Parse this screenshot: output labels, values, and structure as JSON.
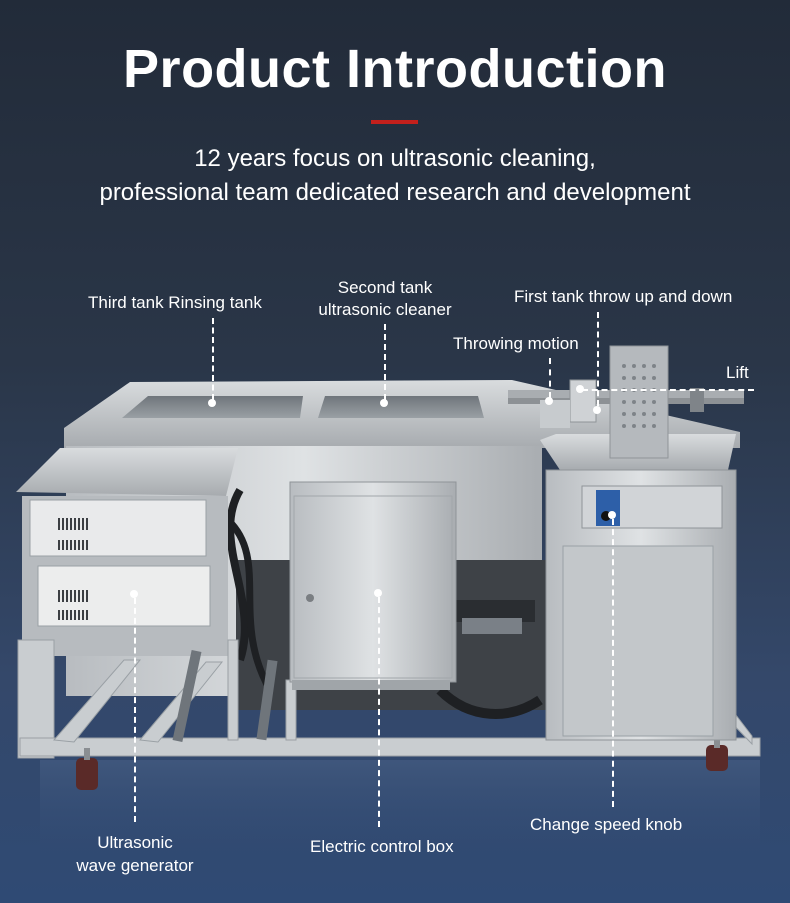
{
  "header": {
    "title": "Product Introduction",
    "subtitle_line1": "12 years focus on ultrasonic cleaning,",
    "subtitle_line2": "professional team dedicated research and development"
  },
  "callouts": {
    "third_tank": "Third tank Rinsing tank",
    "second_tank_line1": "Second tank",
    "second_tank_line2": "ultrasonic cleaner",
    "first_tank": "First tank throw up and down",
    "throwing_motion": "Throwing motion",
    "lift": "Lift",
    "generator_line1": "Ultrasonic",
    "generator_line2": "wave generator",
    "control_box": "Electric control box",
    "speed_knob": "Change speed knob"
  },
  "colors": {
    "accent": "#c3201c",
    "steel": "#bfc3c6",
    "background_top": "#222b39",
    "background_bottom": "#2f4a74"
  }
}
